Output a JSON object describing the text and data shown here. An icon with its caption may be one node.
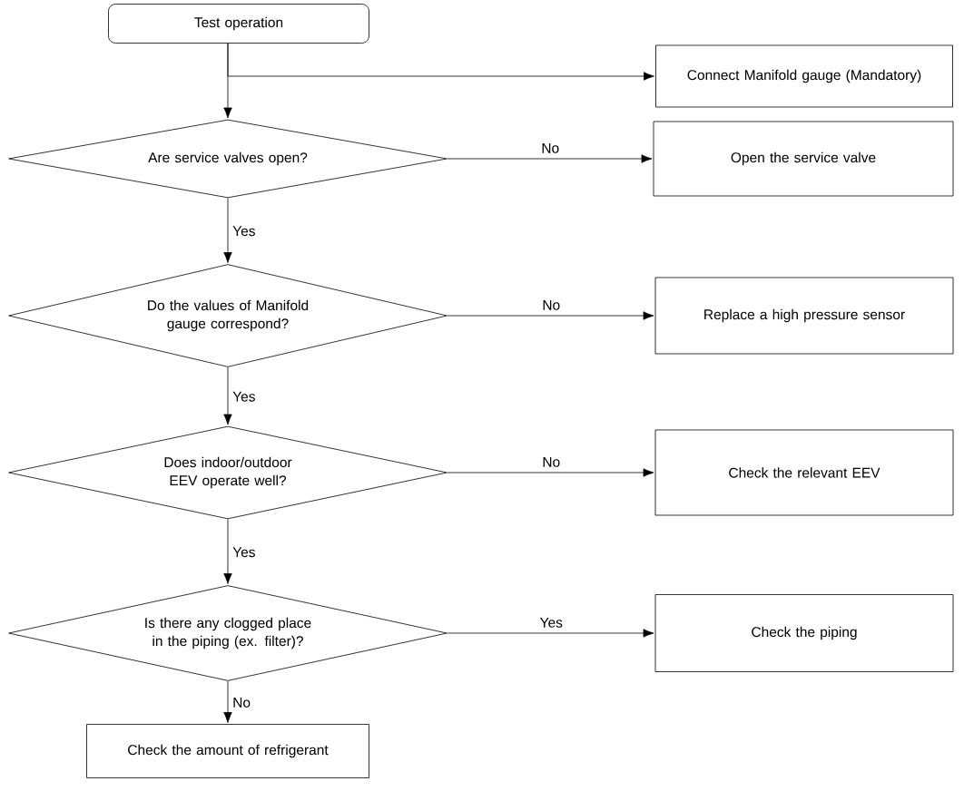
{
  "diagram": {
    "nodes": [
      {
        "text": [
          "Test operation"
        ]
      },
      {
        "text": [
          "Connect Manifold gauge (Mandatory)"
        ]
      },
      {
        "text": [
          "Are service valves open?"
        ]
      },
      {
        "text": [
          "Open the service valve"
        ]
      },
      {
        "text": [
          "Do the values of Manifold gauge correspond?"
        ]
      },
      {
        "text": [
          "Replace a high pressure sensor"
        ]
      },
      {
        "text": [
          "Does indoor/outdoor EEV operate well?"
        ]
      },
      {
        "text": [
          "Check the relevant EEV"
        ]
      },
      {
        "text": [
          "Is there any clogged place in the piping (ex. filter)?"
        ]
      },
      {
        "text": [
          "Check the piping"
        ]
      },
      {
        "text": [
          "Check the amount of refrigerant"
        ]
      }
    ],
    "edges": [
      {
        "from": 0,
        "to": 2,
        "arrow": "to"
      },
      {
        "from": 0,
        "to": 1,
        "arrow": "to"
      },
      {
        "from": 2,
        "to": 3,
        "arrow": "to",
        "label": "No"
      },
      {
        "from": 2,
        "to": 4,
        "arrow": "to",
        "label": "Yes"
      },
      {
        "from": 4,
        "to": 5,
        "arrow": "to",
        "label": "No"
      },
      {
        "from": 4,
        "to": 6,
        "arrow": "to",
        "label": "Yes"
      },
      {
        "from": 6,
        "to": 7,
        "arrow": "to",
        "label": "No"
      },
      {
        "from": 6,
        "to": 8,
        "arrow": "to",
        "label": "Yes"
      },
      {
        "from": 8,
        "to": 9,
        "arrow": "to",
        "label": "Yes"
      },
      {
        "from": 8,
        "to": 10,
        "arrow": "to",
        "label": "No"
      }
    ]
  }
}
